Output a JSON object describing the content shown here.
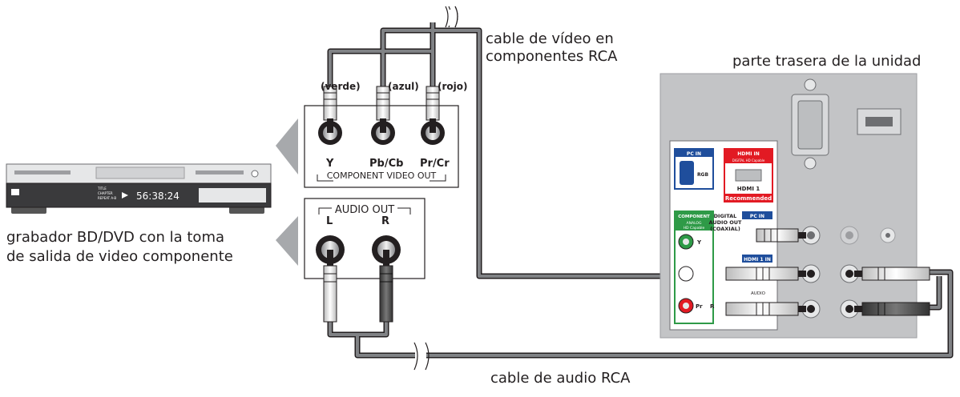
{
  "labels": {
    "video_cable": [
      "cable de vídeo en",
      "componentes RCA"
    ],
    "unit_back": "parte trasera de la unidad",
    "player": [
      "grabador BD/DVD con la toma",
      "de salida de video componente"
    ],
    "audio_cable": "cable de audio RCA"
  },
  "component_box": {
    "plugs": [
      "(verde)",
      "(azul)",
      "(rojo)"
    ],
    "jacks": [
      "Y",
      "Pb/Cb",
      "Pr/Cr"
    ],
    "title": "COMPONENT VIDEO OUT"
  },
  "audio_box": {
    "title": "AUDIO OUT",
    "jacks": [
      "L",
      "R"
    ]
  },
  "player_display": {
    "info": [
      "TITLE",
      "CHAPTER",
      "REPEAT A-B"
    ],
    "counter": "56:38:24"
  },
  "tv_panel": {
    "pc_in": "PC IN",
    "rgb": "RGB",
    "hdmi_in": "HDMI IN",
    "hdmi_capable": "DIGITAL HD Capable",
    "hdmi1": "HDMI 1",
    "recommended": "Recommended",
    "component": "COMPONENT",
    "analog": "ANALOG",
    "hd_capable": "HD Capable",
    "digital_audio": [
      "DIGITAL",
      "AUDIO OUT",
      "(COAXIAL)"
    ],
    "pc_in2": "PC IN",
    "hdmi1_in": "HDMI 1 IN",
    "audio": "AUDIO",
    "y": "Y",
    "pr": "Pr",
    "r": "R"
  },
  "colors": {
    "cable": "#6d6e71",
    "panel": "#c3c4c6",
    "panel_border": "#9d9ea1",
    "green": "#2e9a47",
    "blue": "#1f4e9c",
    "red": "#e21a23"
  }
}
